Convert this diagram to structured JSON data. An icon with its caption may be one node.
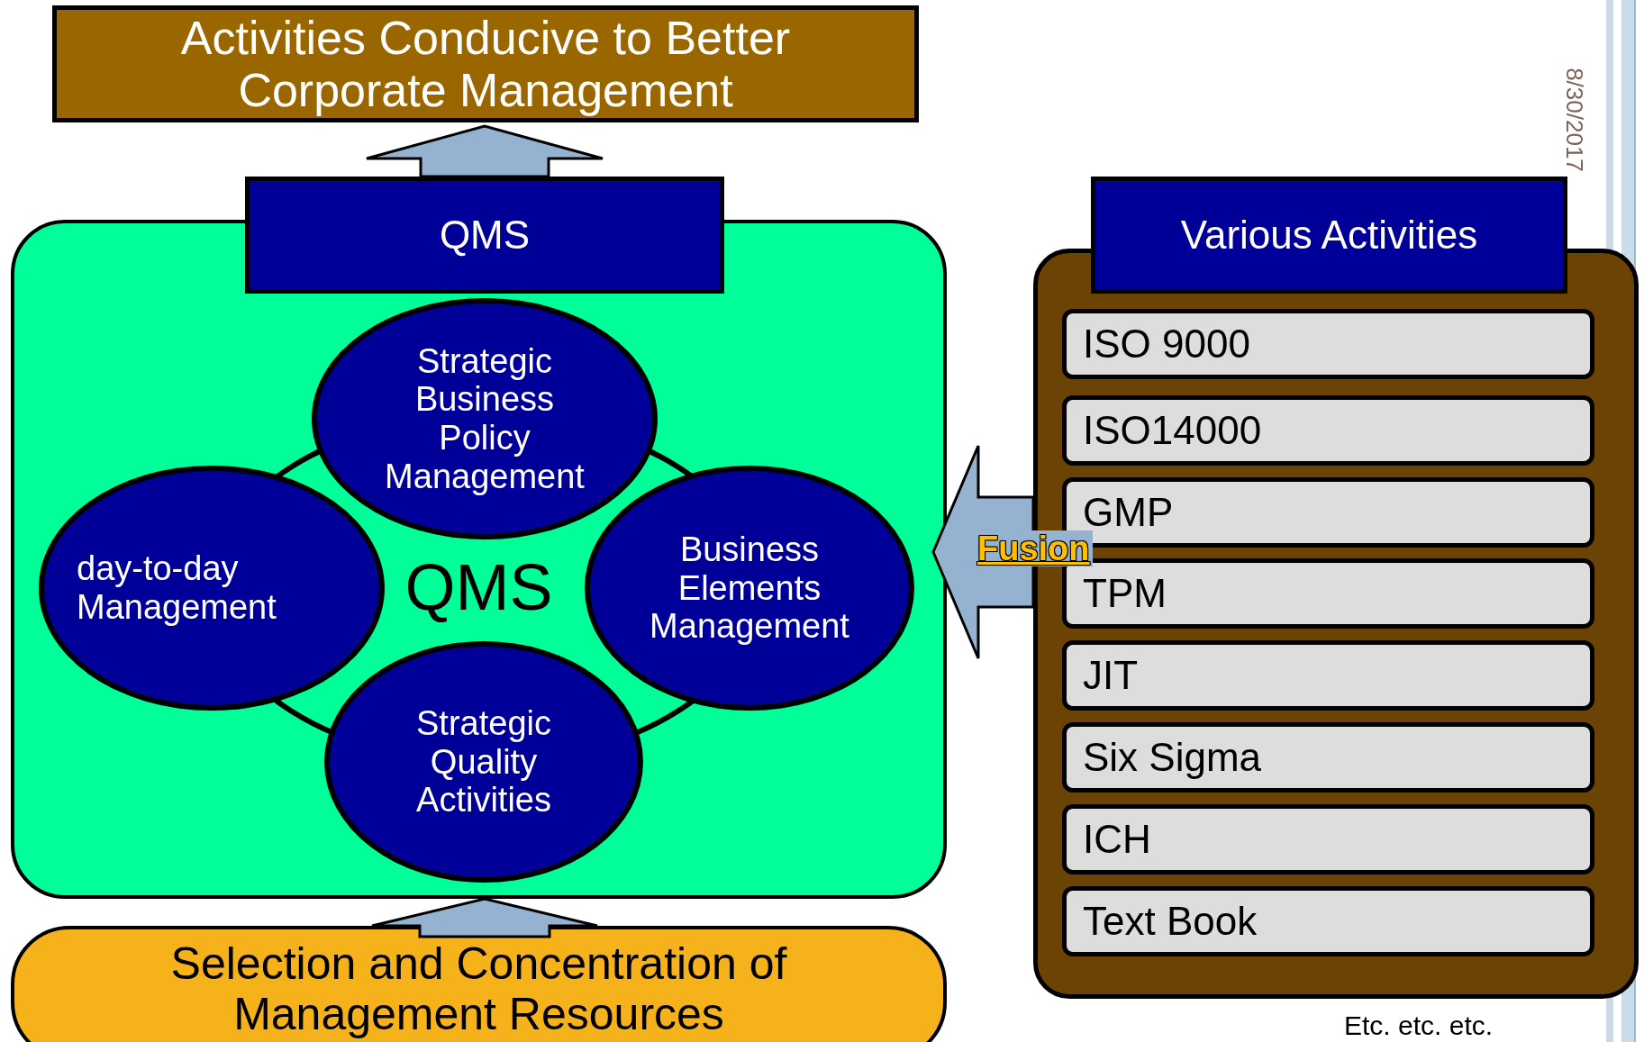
{
  "diagram": {
    "nodes": [
      {
        "text": [
          "Activities Conducive to Better Corporate Management"
        ]
      },
      {
        "text": [
          "QMS"
        ]
      },
      {
        "text": [
          "QMS"
        ]
      },
      {
        "text": [
          "Strategic Business Policy Management"
        ],
        "in": 1
      },
      {
        "text": [
          "day-to-day Management"
        ],
        "in": 1
      },
      {
        "text": [
          "Business Elements Management"
        ],
        "in": 1
      },
      {
        "text": [
          "Strategic Quality Activities"
        ],
        "in": 1
      },
      {
        "text": [
          "Selection and Concentration of Management Resources"
        ]
      },
      {
        "text": [],
        "shape": "box"
      },
      {
        "text": [
          "Various Activities"
        ]
      },
      {
        "text": [
          "ISO 9000"
        ],
        "in": 8
      },
      {
        "text": [
          "ISO14000"
        ],
        "in": 8
      },
      {
        "text": [
          "GMP"
        ],
        "in": 8
      },
      {
        "text": [
          "TPM"
        ],
        "in": 8
      },
      {
        "text": [
          "JIT"
        ],
        "in": 8
      },
      {
        "text": [
          "Six Sigma"
        ],
        "in": 8
      },
      {
        "text": [
          "ICH"
        ],
        "in": 8
      },
      {
        "text": [
          "Text Book"
        ],
        "in": 8
      }
    ],
    "edges": [
      {
        "from": 2,
        "to": 0,
        "arrow": "to"
      },
      {
        "from": 8,
        "to": 1,
        "arrow": "to",
        "label": "Fusion"
      },
      {
        "from": 7,
        "to": 1,
        "arrow": "to"
      }
    ],
    "labels": [
      "8/30/2017",
      "Etc. etc. etc."
    ]
  }
}
